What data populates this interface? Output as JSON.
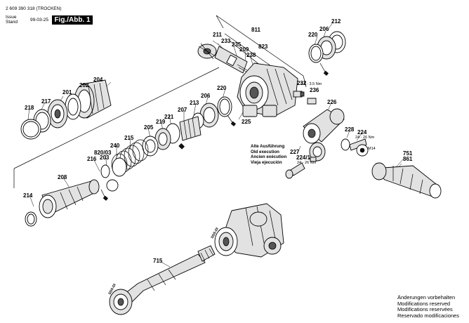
{
  "header": {
    "part_number": "2 609 390 318",
    "variant": "(TROCKEN)",
    "issue_label": "Issue",
    "stand_label": "Stand",
    "date": "99-03-25",
    "figure_label": "Fig./Abb. 1"
  },
  "old_execution": {
    "de": "Alte Ausführung",
    "en": "Old execution",
    "fr": "Ancien exécution",
    "es": "Vieja ejecución"
  },
  "modifications": {
    "de": "Änderungen vorbehalten",
    "en": "Modifications reserved",
    "fr": "Modifications reservées",
    "es": "Reservado modificaciones"
  },
  "torque": {
    "t1": "2.5 - 3.5 Nm",
    "t2": "24 - 26 Nm",
    "t3": "24 - 26 Nm"
  },
  "thread": "M14",
  "sds_label_1": "SDS-DI",
  "sds_label_2": "SDS-DI",
  "callouts": {
    "c811": "811",
    "c211": "211",
    "c233": "233",
    "c235": "235",
    "c209": "209",
    "c823": "823",
    "c238": "238",
    "c232": "232",
    "c236": "236",
    "c212": "212",
    "c206a": "206",
    "c220a": "220",
    "c204": "204",
    "c202": "202",
    "c201": "201",
    "c217": "217",
    "c218": "218",
    "c220b": "220",
    "c206b": "206",
    "c213": "213",
    "c207": "207",
    "c221": "221",
    "c219": "219",
    "c205": "205",
    "c215": "215",
    "c240": "240",
    "c820": "820/03",
    "c203": "203",
    "c216": "216",
    "c208": "208",
    "c214": "214",
    "c225": "225",
    "c226": "226",
    "c228": "228",
    "c224": "224",
    "c227": "227",
    "c224_1": "224/1",
    "c751": "751",
    "c861": "861",
    "c715": "715"
  }
}
